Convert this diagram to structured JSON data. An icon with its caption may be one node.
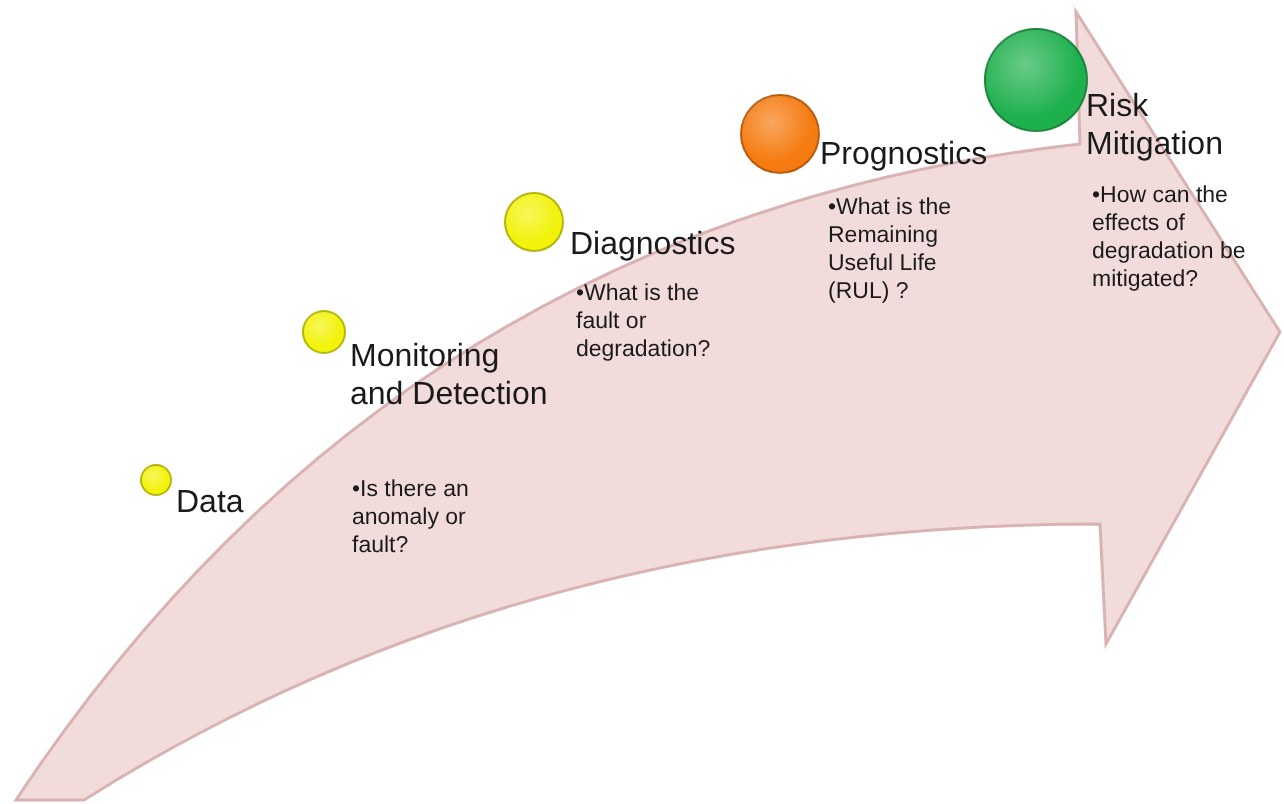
{
  "diagram": {
    "nodes": [
      {
        "text": [
          "Data"
        ]
      },
      {
        "text": [
          "Monitoring and Detection",
          "•Is there an anomaly or fault?"
        ]
      },
      {
        "text": [
          "Diagnostics",
          "•What is the fault or degradation?"
        ]
      },
      {
        "text": [
          "Prognostics",
          "•What is the Remaining Useful Life (RUL) ?"
        ]
      },
      {
        "text": [
          "Risk Mitigation",
          "•How can the effects of degradation be mitigated?"
        ]
      }
    ]
  }
}
